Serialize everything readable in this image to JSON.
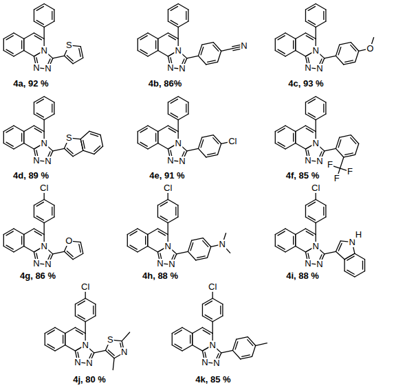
{
  "diagram": {
    "labels": [
      "N",
      "N",
      "N",
      "S",
      "4a, 92 %",
      "N",
      "N",
      "N",
      "N",
      "4b, 86%",
      "N",
      "N",
      "N",
      "O",
      "4c, 93 %",
      "N",
      "N",
      "N",
      "S",
      "4d, 89 %",
      "N",
      "N",
      "N",
      "Cl",
      "4e, 91 %",
      "N",
      "N",
      "N",
      "F",
      "F",
      "F",
      "4f, 85 %",
      "Cl",
      "N",
      "N",
      "N",
      "O",
      "4g, 86 %",
      "Cl",
      "N",
      "N",
      "N",
      "N",
      "4h, 88 %",
      "Cl",
      "N",
      "N",
      "N",
      "N",
      "H",
      "4i, 88 %",
      "Cl",
      "N",
      "N",
      "N",
      "S",
      "N",
      "4j, 80 %",
      "Cl",
      "N",
      "N",
      "N",
      "4k, 85 %"
    ]
  }
}
